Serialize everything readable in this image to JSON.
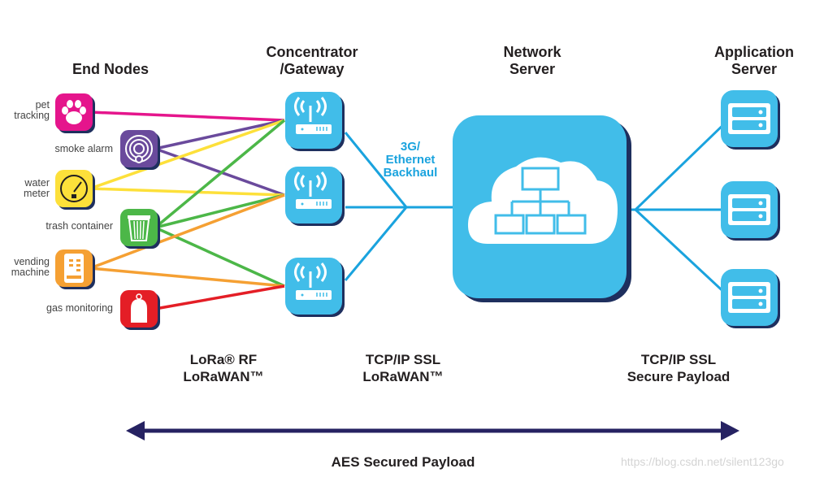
{
  "headers": {
    "end_nodes": "End Nodes",
    "gateway_line1": "Concentrator",
    "gateway_line2": "/Gateway",
    "network_line1": "Network",
    "network_line2": "Server",
    "app_line1": "Application",
    "app_line2": "Server"
  },
  "end_nodes": [
    {
      "label_line1": "pet",
      "label_line2": "tracking",
      "icon": "paw-icon",
      "color": "#e5158c",
      "gateways": [
        0
      ]
    },
    {
      "label_line1": "smoke alarm",
      "label_line2": "",
      "icon": "smoke-alarm-icon",
      "color": "#6a4a9c",
      "gateways": [
        0,
        1
      ]
    },
    {
      "label_line1": "water",
      "label_line2": "meter",
      "icon": "water-meter-icon",
      "color": "#fde03a",
      "gateways": [
        0,
        1
      ]
    },
    {
      "label_line1": "trash container",
      "label_line2": "",
      "icon": "trash-can-icon",
      "color": "#4cb748",
      "gateways": [
        0,
        1,
        2
      ]
    },
    {
      "label_line1": "vending",
      "label_line2": "machine",
      "icon": "vending-machine-icon",
      "color": "#f5a033",
      "gateways": [
        1,
        2
      ]
    },
    {
      "label_line1": "gas monitoring",
      "label_line2": "",
      "icon": "gas-cylinder-icon",
      "color": "#e41e26",
      "gateways": [
        2
      ]
    }
  ],
  "gateways": [
    {
      "icon": "wireless-router-icon"
    },
    {
      "icon": "wireless-router-icon"
    },
    {
      "icon": "wireless-router-icon"
    }
  ],
  "network_server": {
    "icon": "cloud-network-icon"
  },
  "app_servers": [
    {
      "icon": "server-icon"
    },
    {
      "icon": "server-icon"
    },
    {
      "icon": "server-icon"
    }
  ],
  "backhaul": {
    "line1": "3G/",
    "line2": "Ethernet",
    "line3": "Backhaul"
  },
  "protocols": {
    "rf_line1": "LoRa® RF",
    "rf_line2": "LoRaWAN™",
    "ip_line1": "TCP/IP SSL",
    "ip_line2": "LoRaWAN™",
    "app_line1": "TCP/IP SSL",
    "app_line2": "Secure Payload"
  },
  "footer": {
    "arrow_label": "AES Secured Payload"
  },
  "watermark": "https://blog.csdn.net/silent123go",
  "colors": {
    "blue": "#41bde9",
    "line_blue": "#1aa3de",
    "navy": "#262262",
    "shadow": "#1e2f5e"
  }
}
